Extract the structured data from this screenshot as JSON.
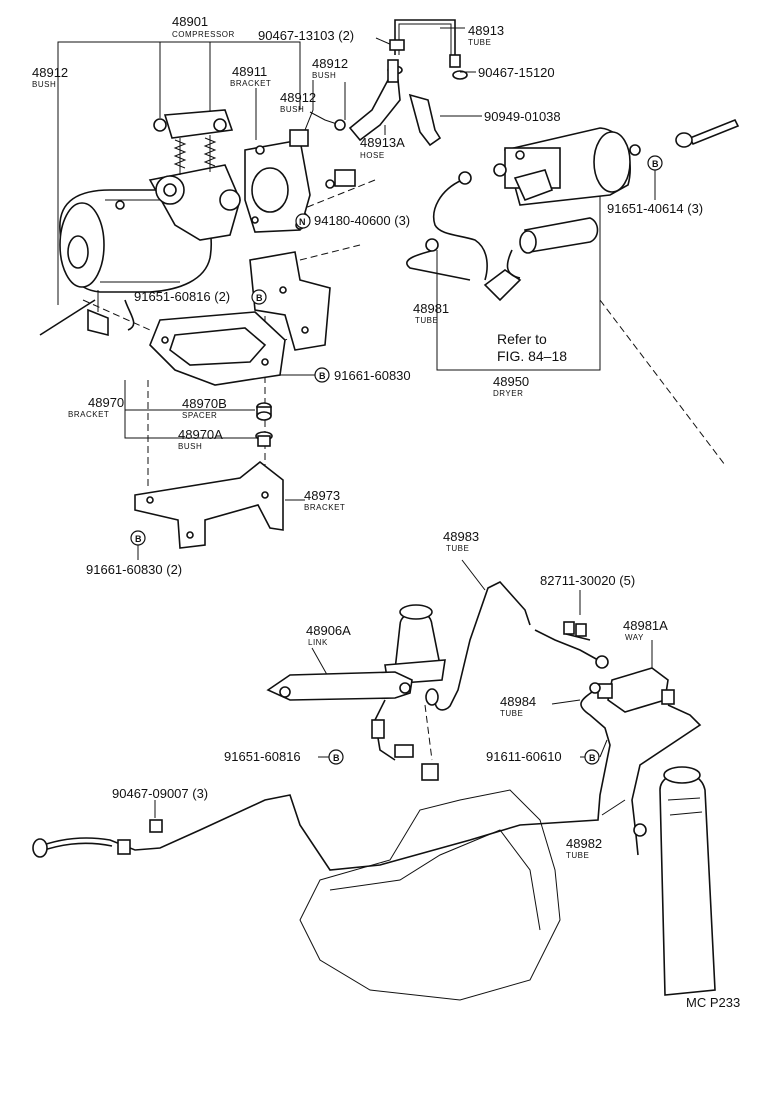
{
  "labels": {
    "p48901": "48901",
    "compressor": "COMPRESSOR",
    "p90467_13103": "90467-13103 (2)",
    "p48913": "48913",
    "tube_48913": "TUBE",
    "p90467_15120": "90467-15120",
    "p48912_a": "48912",
    "bush_a": "BUSH",
    "p48911": "48911",
    "bracket_48911": "BRACKET",
    "p48912_b": "48912",
    "bush_b": "BUSH",
    "p48912_c": "48912",
    "bush_c": "BUSH",
    "p90949_01038": "90949-01038",
    "p48913a": "48913A",
    "hose": "HOSE",
    "p91651_40614": "91651-40614 (3)",
    "p94180_40600": "94180-40600 (3)",
    "p91651_60816_2": "91651-60816 (2)",
    "p48981": "48981",
    "tube_48981": "TUBE",
    "refer_1": "Refer to",
    "refer_2": "FIG. 84–18",
    "p91661_60830": "91661-60830",
    "p48950": "48950",
    "dryer": "DRYER",
    "p48970": "48970",
    "bracket_48970": "BRACKET",
    "p48970b": "48970B",
    "spacer": "SPACER",
    "p48970a": "48970A",
    "bush_48970a": "BUSH",
    "p48973": "48973",
    "bracket_48973": "BRACKET",
    "p91661_60830_2": "91661-60830 (2)",
    "p48983": "48983",
    "tube_48983": "TUBE",
    "p82711_30020": "82711-30020 (5)",
    "p48906a": "48906A",
    "link": "LINK",
    "p48981a": "48981A",
    "way": "WAY",
    "p48984": "48984",
    "tube_48984": "TUBE",
    "p91651_60816": "91651-60816",
    "p91611_60610": "91611-60610",
    "p90467_09007": "90467-09007 (3)",
    "p48982": "48982",
    "tube_48982": "TUBE",
    "page_code": "MC P233"
  },
  "marks": {
    "b": "B",
    "n": "N"
  }
}
